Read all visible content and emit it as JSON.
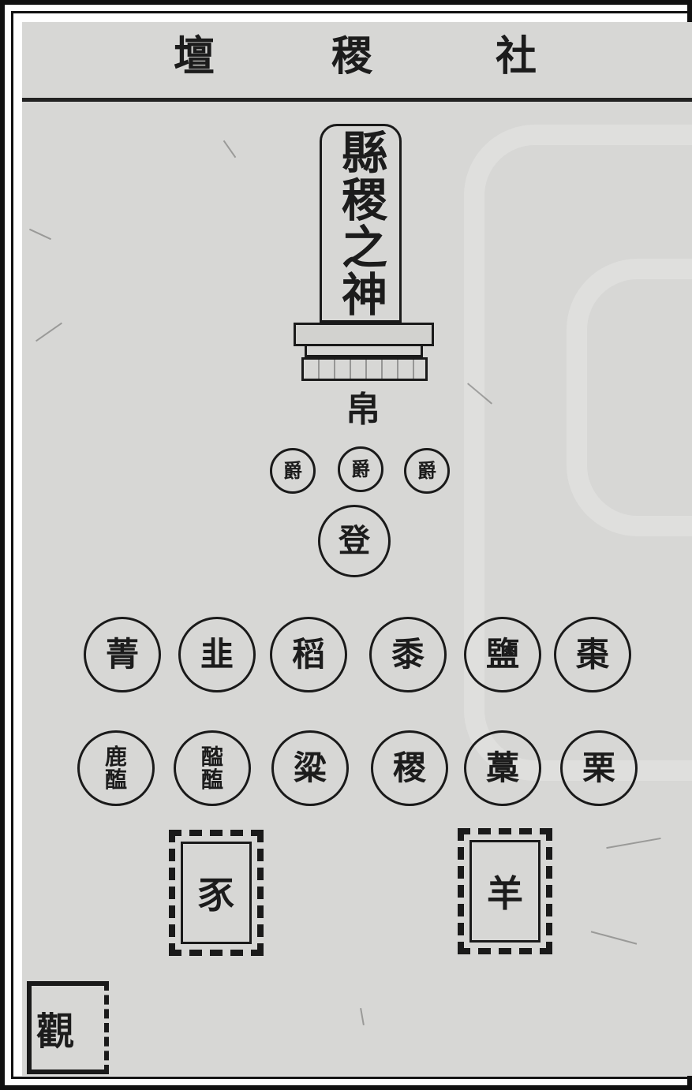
{
  "header": {
    "title_chars": [
      "壇",
      "稷",
      "社"
    ]
  },
  "tablet": {
    "inscription": "縣稷之神"
  },
  "offerings": {
    "silk": "帛",
    "wine_cups": [
      "爵",
      "爵",
      "爵"
    ],
    "vessel": "登"
  },
  "dishes": {
    "row1": [
      "菁",
      "韭",
      "稻",
      "黍",
      "鹽",
      "棗"
    ],
    "row2": [
      "鹿\n醢",
      "醓\n醢",
      "粱",
      "稷",
      "藁",
      "栗"
    ]
  },
  "animals": {
    "left": "豕",
    "right": "羊"
  },
  "stamp": {
    "text": "觀"
  }
}
